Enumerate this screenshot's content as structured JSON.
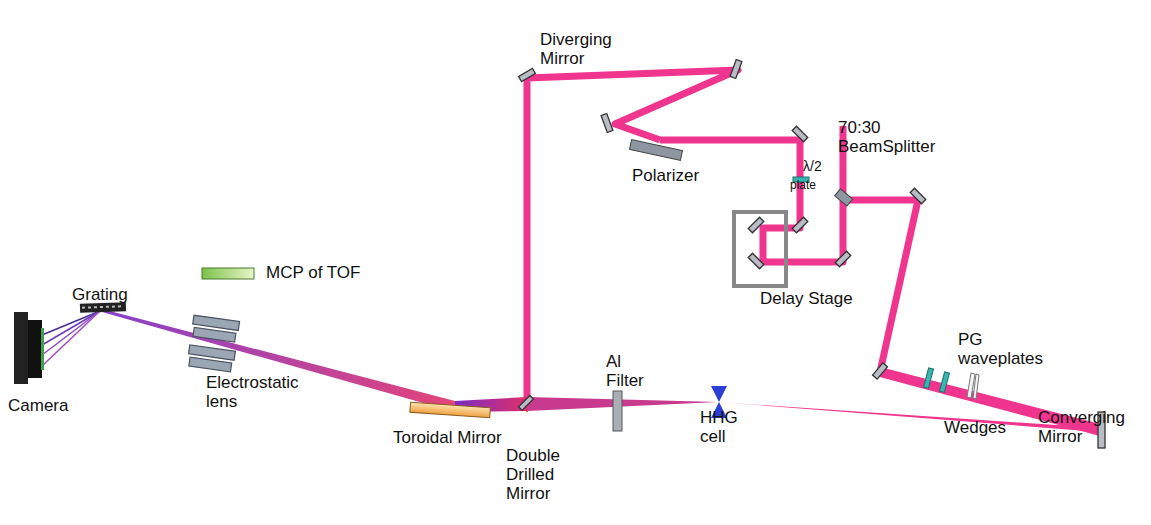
{
  "diagram": {
    "labels": [
      "Diverging Mirror",
      "70:30 BeamSplitter",
      "Polarizer",
      "λ/2",
      "plate",
      "Delay Stage",
      "PG waveplates",
      "Wedges",
      "Converging Mirror",
      "HHG cell",
      "Al Filter",
      "Double Drilled Mirror",
      "Toroidal Mirror",
      "Electrostatic lens",
      "MCP of TOF",
      "Grating",
      "Camera"
    ]
  }
}
